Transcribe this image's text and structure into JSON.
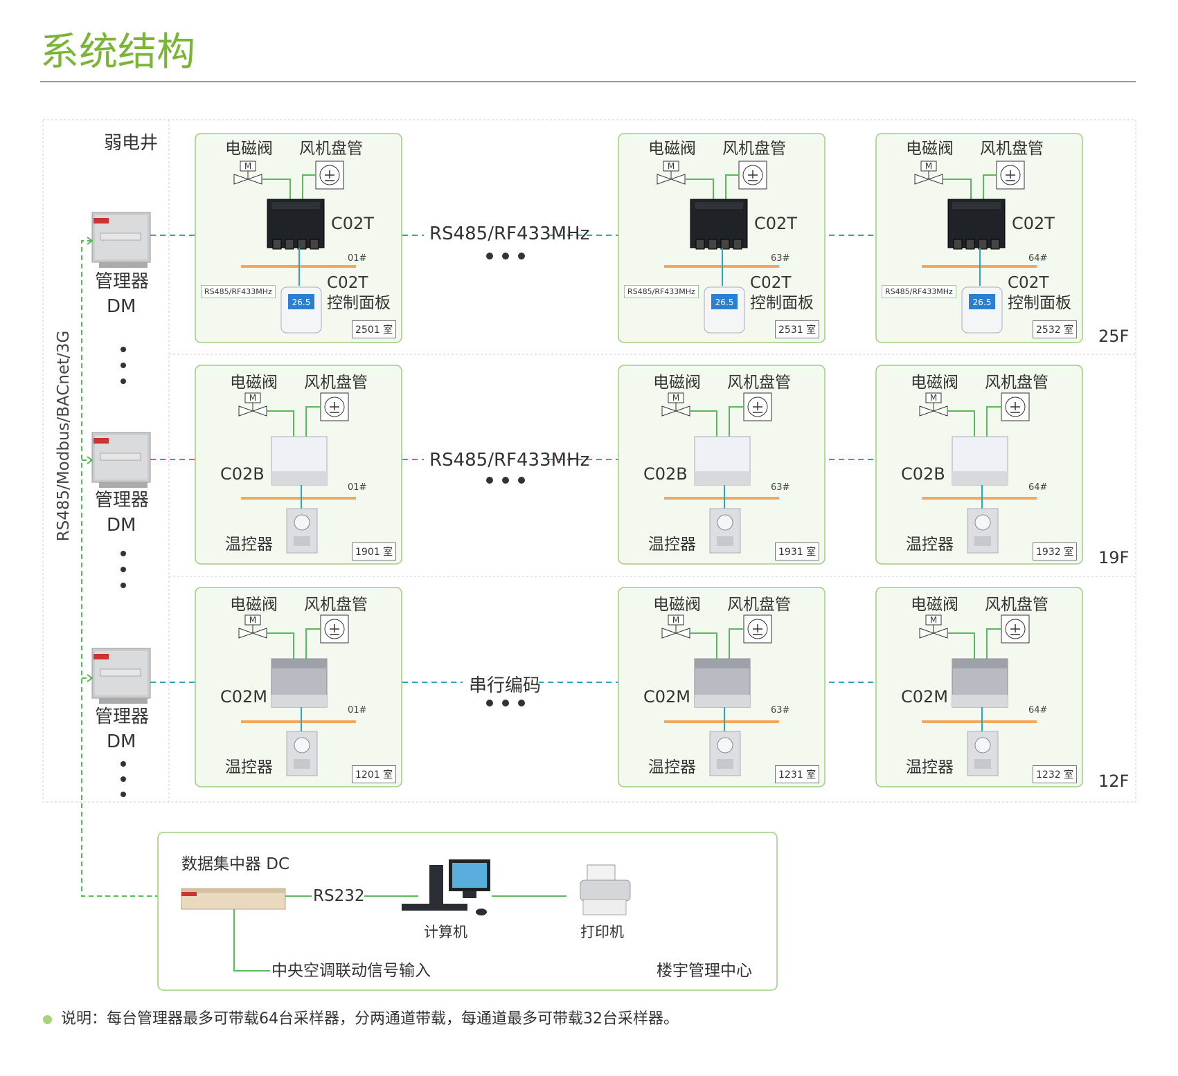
{
  "title": "系统结构",
  "shaft_label": "弱电井",
  "bus_label": "RS485/Modbus/BACnet/3G",
  "manager": {
    "line1": "管理器",
    "line2": "DM"
  },
  "labels": {
    "valve": "电磁阀",
    "fan_coil": "风机盘管",
    "panel_line1": "C02T",
    "panel_line2": "控制面板",
    "thermostat": "温控器",
    "wireless_tag": "RS485/RF433MHz"
  },
  "floors": [
    {
      "floor": "25F",
      "device": "C02T",
      "link_text": "RS485/RF433MHz",
      "rooms": [
        {
          "addr": "01#",
          "room": "2501 室"
        },
        {
          "addr": "63#",
          "room": "2531 室"
        },
        {
          "addr": "64#",
          "room": "2532 室"
        }
      ]
    },
    {
      "floor": "19F",
      "device": "C02B",
      "link_text": "RS485/RF433MHz",
      "rooms": [
        {
          "addr": "01#",
          "room": "1901 室"
        },
        {
          "addr": "63#",
          "room": "1931 室"
        },
        {
          "addr": "64#",
          "room": "1932 室"
        }
      ]
    },
    {
      "floor": "12F",
      "device": "C02M",
      "link_text": "串行编码",
      "rooms": [
        {
          "addr": "01#",
          "room": "1201 室"
        },
        {
          "addr": "63#",
          "room": "1231 室"
        },
        {
          "addr": "64#",
          "room": "1232 室"
        }
      ]
    }
  ],
  "center": {
    "dc_label": "数据集中器 DC",
    "rs232": "RS232",
    "computer": "计算机",
    "printer": "打印机",
    "ac_input": "中央空调联动信号输入",
    "center_name": "楼宇管理中心"
  },
  "note": "说明：每台管理器最多可带载64台采样器，分两通道带载，每通道最多可带载32台采样器。",
  "colors": {
    "accent_green": "#7ab536",
    "wire_green": "#5cb85c",
    "dashed_cyan": "#2aa7b8",
    "orange_bar": "#f0a860",
    "panel_border": "#9ccf7d",
    "panel_fill": "#f4f9ef"
  }
}
